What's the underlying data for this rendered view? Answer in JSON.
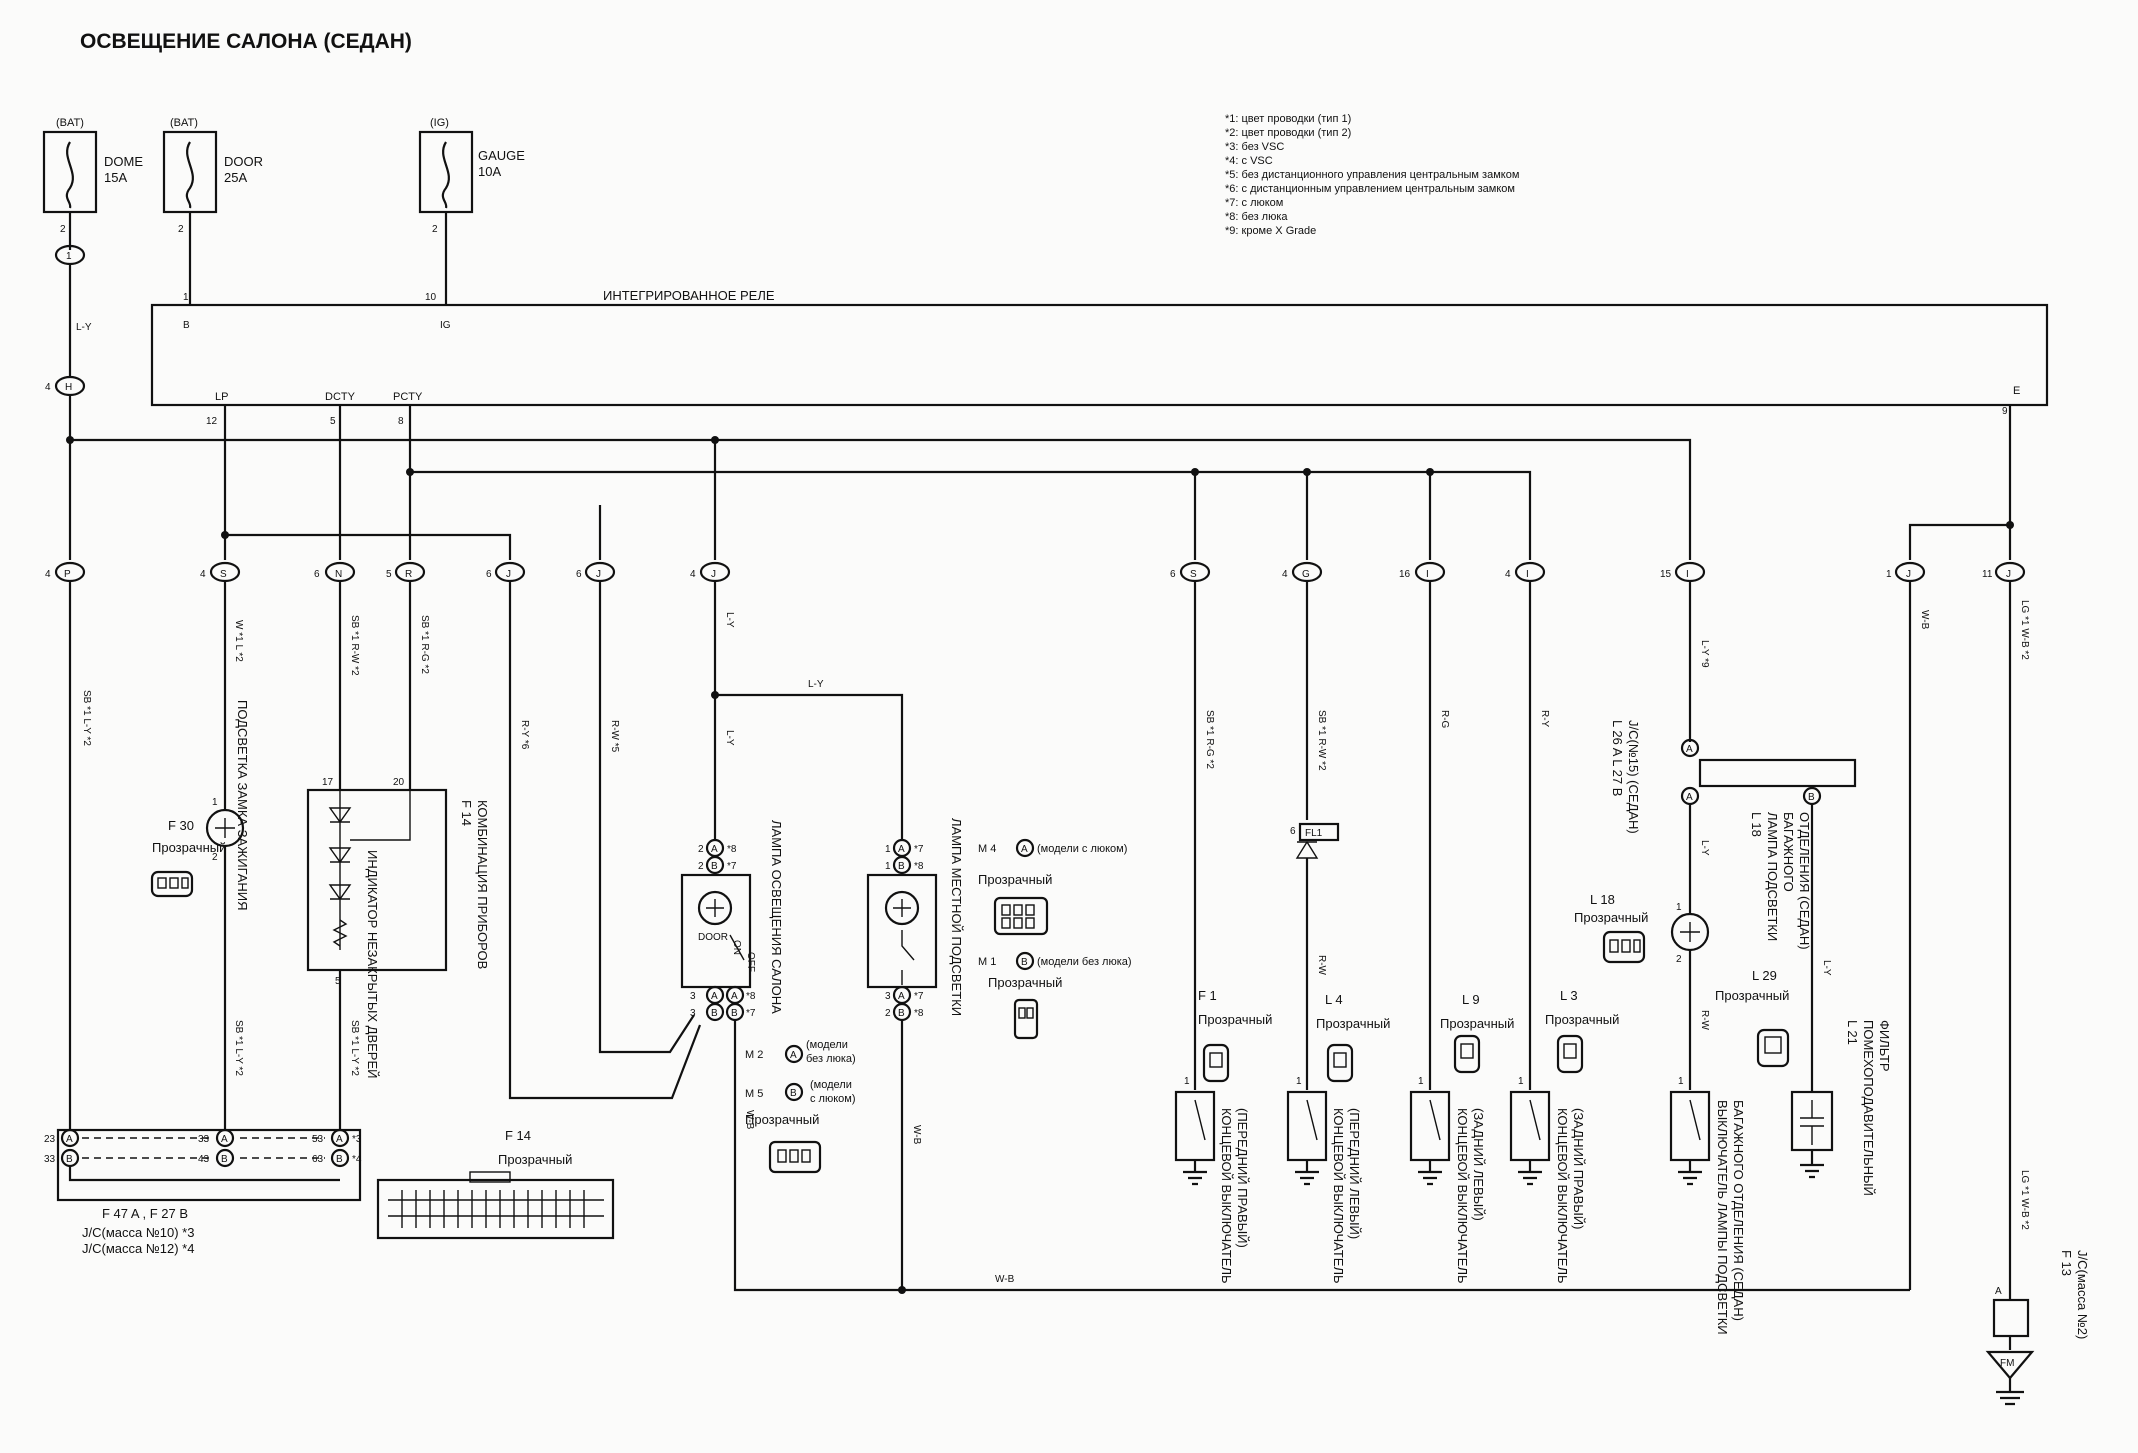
{
  "title": "ОСВЕЩЕНИЕ САЛОНА (СЕДАН)",
  "notes": [
    "*1: цвет проводки (тип 1)",
    "*2: цвет проводки (тип 2)",
    "*3: без VSC",
    "*4: с VSC",
    "*5: без дистанционного управления центральным замком",
    "*6: с дистанционным управлением центральным замком",
    "*7: с люком",
    "*8: без люка",
    "*9: кроме X Grade"
  ],
  "fuses": [
    {
      "source": "(BAT)",
      "name": "DOME",
      "rating": "15A",
      "pin": "2"
    },
    {
      "source": "(BAT)",
      "name": "DOOR",
      "rating": "25A",
      "pin": "2"
    },
    {
      "source": "(IG)",
      "name": "GAUGE",
      "rating": "10A",
      "pin": "2"
    }
  ],
  "relay": {
    "name": "ИНТЕГРИРОВАННОЕ РЕЛЕ",
    "term_b": "B",
    "term_ig": "IG",
    "term_lp": "LP",
    "term_dcty": "DCTY",
    "term_pcty": "PCTY",
    "term_e": "E",
    "pin_b_num": "1",
    "pin_ig_num": "10",
    "pin_lp_num": "12",
    "pin_dcty_num": "5",
    "pin_pcty_num": "8",
    "pin_e_num": "9"
  },
  "wires": {
    "ly": "L-Y",
    "l_y": "L-Y",
    "ly_9": "L-Y *9",
    "sb_l_y": "SB *1 L-Y *2",
    "w_l": "W *1 L *2",
    "sb_r_w": "SB *1 R-W *2",
    "sb_r_g": "SB *1 R-G *2",
    "r_y_6": "R-Y *6",
    "r_w_5": "R-W *5",
    "r_g": "R-G",
    "r_y": "R-Y",
    "r_w": "R-W",
    "w_b": "W-B",
    "lg_wb": "LG *1 W-B *2"
  },
  "components": {
    "f30": {
      "ref": "F 30",
      "color": "Прозрачный",
      "name": "ПОДСВЕТКА ЗАМКА ЗАЖИГАНИЯ"
    },
    "f14": {
      "ref": "F 14",
      "color": "Прозрачный",
      "name": "КОМБИНАЦИЯ ПРИБОРОВ",
      "indicator": "ИНДИКАТОР НЕЗАКРЫТЫХ ДВЕРЕЙ"
    },
    "room_lamp": {
      "name": "ЛАМПА ОСВЕЩЕНИЯ САЛОНА",
      "m2": "M 2",
      "m2_note1": "(модели",
      "m2_note2": "без люка)",
      "m5": "M 5",
      "m5_note1": "(модели",
      "m5_note2": "с люком)",
      "color": "Прозрачный"
    },
    "personal_lamp": {
      "name": "ЛАМПА МЕСТНОЙ ПОДСВЕТКИ",
      "m4": "M 4",
      "m4_note": "(модели с люком)",
      "m1": "M 1",
      "m1_note": "(модели без люка)",
      "color": "Прозрачный"
    },
    "f1": {
      "ref": "F 1",
      "color": "Прозрачный",
      "name1": "КОНЦЕВОЙ ВЫКЛЮЧАТЕЛЬ",
      "name2": "(ПЕРЕДНИЙ ПРАВЫЙ)"
    },
    "l4": {
      "ref": "L 4",
      "color": "Прозрачный",
      "name1": "КОНЦЕВОЙ ВЫКЛЮЧАТЕЛЬ",
      "name2": "(ПЕРЕДНИЙ ЛЕВЫЙ)"
    },
    "l9": {
      "ref": "L 9",
      "color": "Прозрачный",
      "name1": "КОНЦЕВОЙ ВЫКЛЮЧАТЕЛЬ",
      "name2": "(ЗАДНИЙ ЛЕВЫЙ)"
    },
    "l3": {
      "ref": "L 3",
      "color": "Прозрачный",
      "name1": "КОНЦЕВОЙ ВЫКЛЮЧАТЕЛЬ",
      "name2": "(ЗАДНИЙ ПРАВЫЙ)"
    },
    "jc15": {
      "ref": "L 26 A  L 27 B",
      "name": "J/C(№15) (СЕДАН)"
    },
    "l18": {
      "ref": "L 18",
      "color": "Прозрачный",
      "name1": "ЛАМПА ПОДСВЕТКИ",
      "name2": "БАГАЖНОГО",
      "name3": "ОТДЕЛЕНИЯ (СЕДАН)"
    },
    "l29": {
      "ref": "L 29",
      "color": "Прозрачный",
      "name1": "ВЫКЛЮЧАТЕЛЬ ЛАМПЫ ПОДСВЕТКИ",
      "name2": "БАГАЖНОГО ОТДЕЛЕНИЯ (СЕДАН)",
      "name3": ""
    },
    "l21": {
      "ref": "L 21",
      "name1": "ПОМЕХОПОДАВИТЕЛЬНЫЙ",
      "name2": "ФИЛЬТР"
    },
    "f13": {
      "ref": "F 13",
      "name": "J/C(масса №2)",
      "ground": "FM"
    }
  },
  "junction": {
    "ref": "F 47 A , F 27 B",
    "note_3": "J/C(масса №10) *3",
    "note_4": "J/C(масса №12) *4"
  }
}
